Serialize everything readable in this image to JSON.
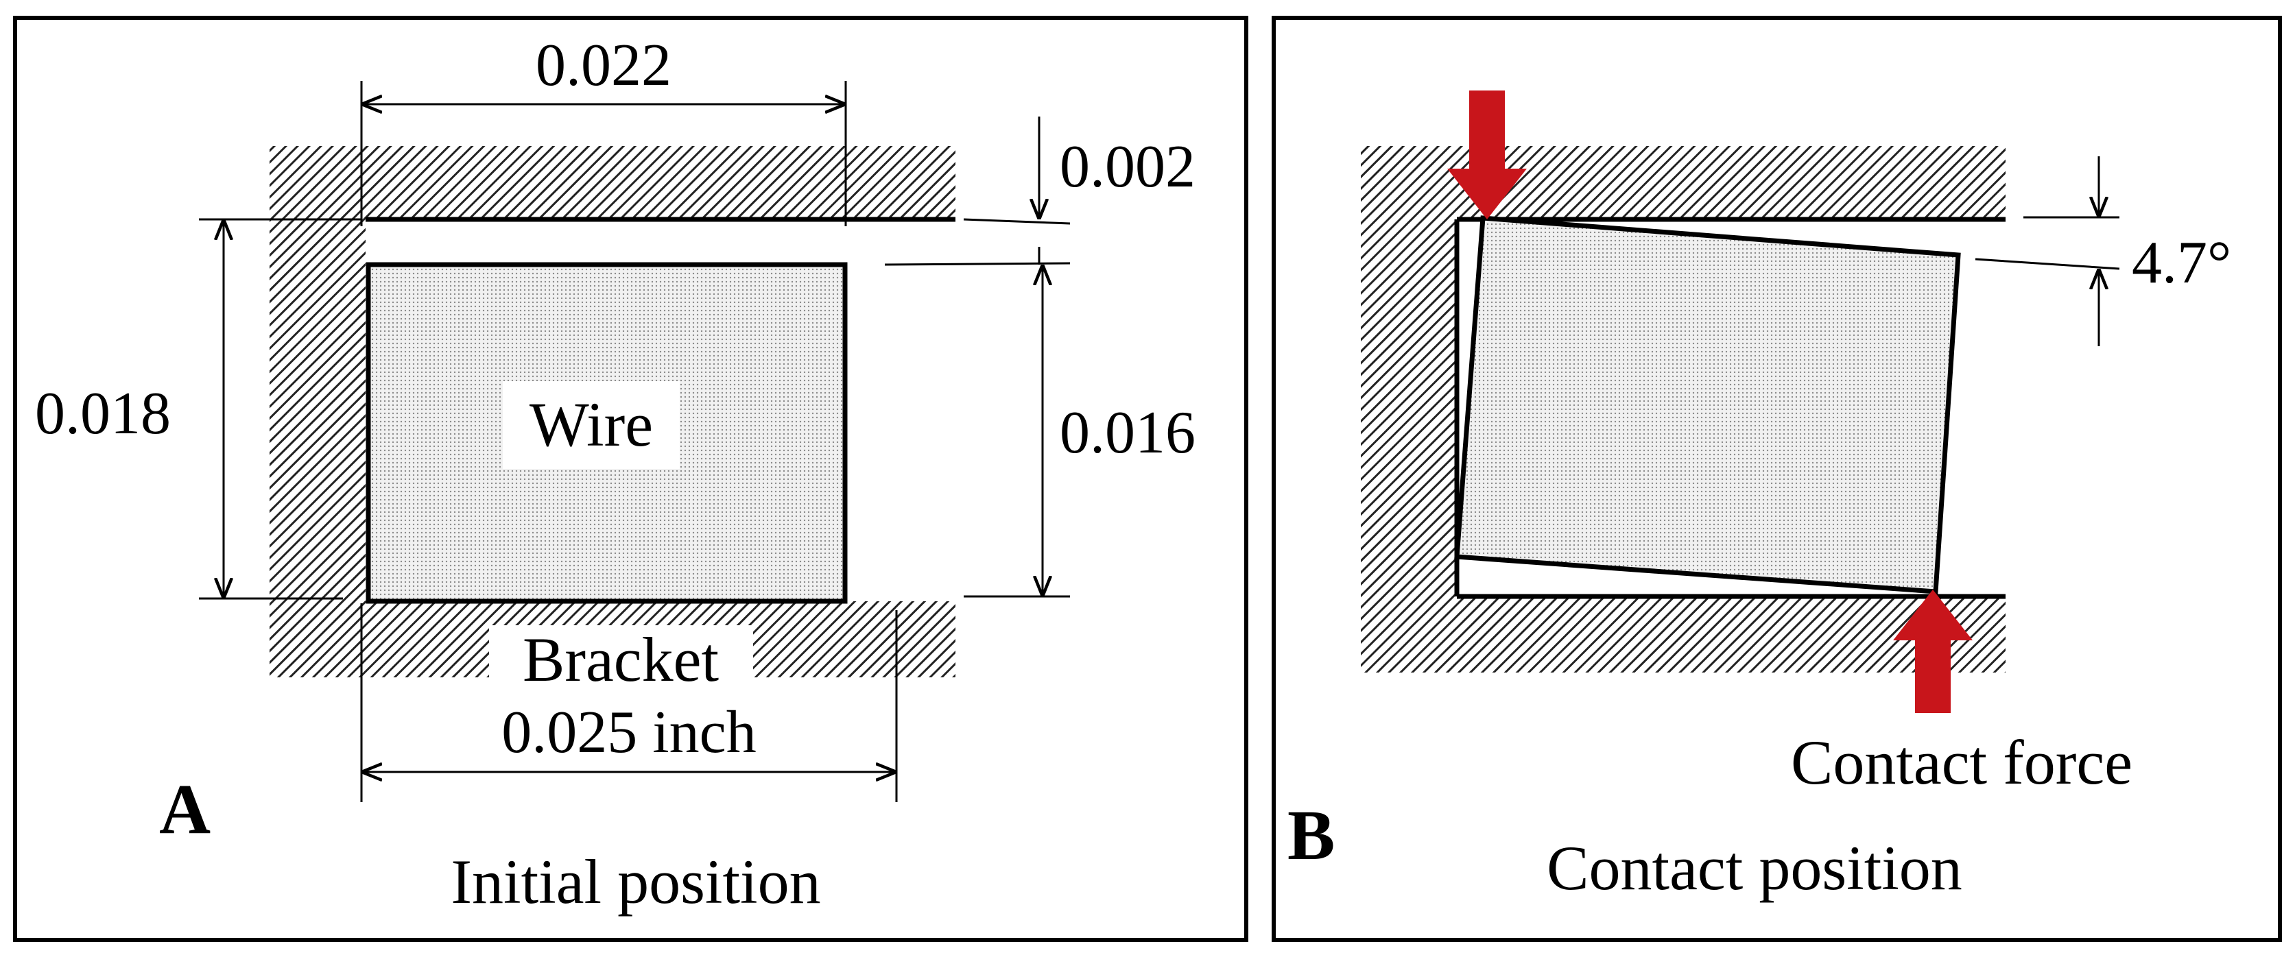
{
  "panel_a": {
    "letter": "A",
    "caption": "Initial position",
    "dim_slot_width": "0.022",
    "dim_gap": "0.002",
    "dim_slot_height": "0.018",
    "dim_wire_height": "0.016",
    "wire_label": "Wire",
    "bracket_label": "Bracket",
    "dim_wire_width": "0.025 inch"
  },
  "panel_b": {
    "letter": "B",
    "caption": "Contact position",
    "angle_label": "4.7°",
    "force_label": "Contact force"
  },
  "colors": {
    "arrow": "#c8151b",
    "hatch": "#222222",
    "wire_fill": "#e4e4e4"
  }
}
